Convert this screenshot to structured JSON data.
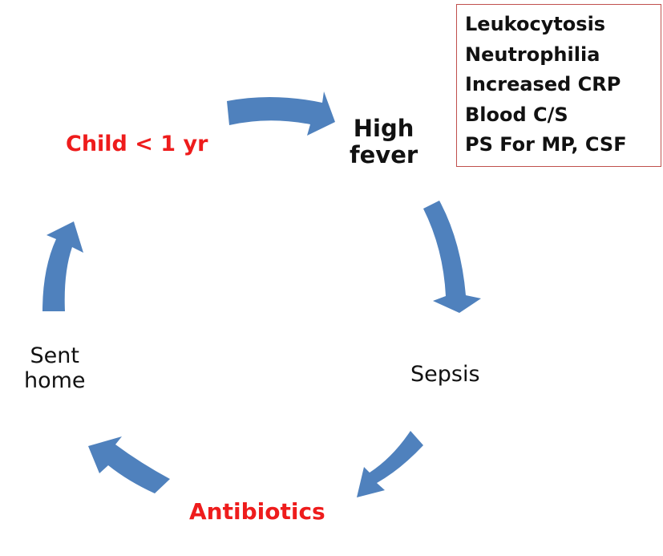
{
  "nodes": {
    "child": "Child < 1 yr",
    "fever_line1": "High",
    "fever_line2": "fever",
    "sepsis": "Sepsis",
    "antibiotics": "Antibiotics",
    "sent_line1": "Sent",
    "sent_line2": "home"
  },
  "tests": [
    "Leukocytosis",
    "Neutrophilia",
    "Increased CRP",
    "Blood C/S",
    "PS For MP, CSF"
  ],
  "colors": {
    "arrow": "#4f81bd",
    "highlight_text": "#ee1c1c",
    "box_border": "#c0504d"
  },
  "icons": [
    "curved-arrow-icon"
  ]
}
